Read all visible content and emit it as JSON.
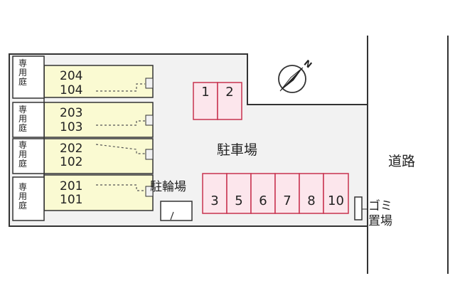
{
  "private_garden_label": "専用庭",
  "units": [
    {
      "upper": "204",
      "lower": "104"
    },
    {
      "upper": "203",
      "lower": "103"
    },
    {
      "upper": "202",
      "lower": "102"
    },
    {
      "upper": "201",
      "lower": "101"
    }
  ],
  "parking_label": "駐車場",
  "parking_slots_top": [
    "1",
    "2"
  ],
  "parking_slots_bottom": [
    "3",
    "5",
    "6",
    "7",
    "8",
    "10"
  ],
  "bicycle_parking_label": "駐輪場",
  "garbage_label_line1": "ゴミ",
  "garbage_label_line2": "置場",
  "road_label": "道路",
  "compass_label": "N",
  "colors": {
    "building_fill": "#fafad2",
    "parking_fill": "#fce6ec",
    "parking_border": "#c8324e",
    "lot_fill": "#f2f2f2",
    "line": "#333333"
  }
}
